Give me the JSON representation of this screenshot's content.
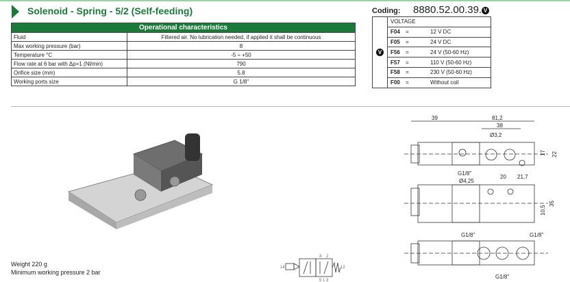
{
  "title": "Solenoid - Spring - 5/2 (Self-feeding)",
  "ops": {
    "header": "Operational characteristics",
    "rows": [
      {
        "label": "Fluid",
        "value": "Filtered air. No lubrication needed, if applied it shall be continuous"
      },
      {
        "label": "Max working pressure (bar)",
        "value": "8"
      },
      {
        "label": "Temperature °C",
        "value": "-5 ÷ +50"
      },
      {
        "label": "Flow rate at 6 bar with Δp=1 (Nl/min)",
        "value": "790"
      },
      {
        "label": "Orifice size (mm)",
        "value": "5.8"
      },
      {
        "label": "Working ports size",
        "value": "G 1/8\""
      }
    ]
  },
  "coding": {
    "label": "Coding:",
    "number": "8880.52.00.39.",
    "badge": "V"
  },
  "voltage": {
    "header": "VOLTAGE",
    "eq": "=",
    "rows": [
      {
        "code": "F04",
        "value": "12 V DC"
      },
      {
        "code": "F05",
        "value": "24 V DC"
      },
      {
        "code": "F56",
        "value": "24 V (50-60 Hz)"
      },
      {
        "code": "F57",
        "value": "110 V (50-60 Hz)"
      },
      {
        "code": "F58",
        "value": "230 V (50-60 Hz)"
      },
      {
        "code": "F00",
        "value": "Without coil"
      }
    ]
  },
  "notes": {
    "weight": "Weight 220 g",
    "min_pressure": "Minimum working pressure 2 bar"
  },
  "symbol": {
    "p14": "14",
    "p12": "12",
    "p4": "4",
    "p2": "2",
    "p5": "5",
    "p1": "1",
    "p3": "3"
  },
  "dims": {
    "d39": "39",
    "d81": "81,2",
    "d38": "38",
    "d32": "Ø3,2",
    "d17": "17",
    "d22": "22",
    "g1": "G1/8\"",
    "d425": "Ø4,25",
    "d20": "20",
    "d217": "21,7",
    "d35": "35",
    "d105": "10,5"
  }
}
